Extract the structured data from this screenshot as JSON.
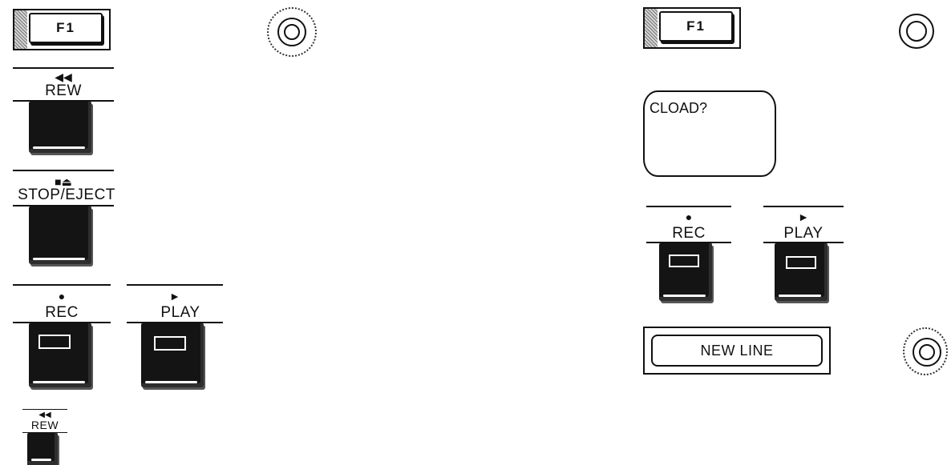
{
  "left_panel": {
    "f1_key": {
      "label": "F1"
    },
    "indicator": {
      "icon": "blinking-lamp-icon",
      "state": "blinking"
    },
    "rew_key": {
      "symbol": "◀◀",
      "label": "REW"
    },
    "stop_eject_key": {
      "symbol": "■⏏",
      "label": "STOP/EJECT"
    },
    "rec_key": {
      "symbol": "●",
      "label": "REC"
    },
    "play_key": {
      "symbol": "►",
      "label": "PLAY"
    },
    "rew_small_key": {
      "symbol": "◀◀",
      "label": "REW"
    }
  },
  "right_panel": {
    "f1_key": {
      "label": "F1"
    },
    "indicator_top": {
      "icon": "lamp-icon",
      "state": "steady"
    },
    "screen": {
      "text": "CLOAD?"
    },
    "rec_key": {
      "symbol": "●",
      "label": "REC"
    },
    "play_key": {
      "symbol": "►",
      "label": "PLAY"
    },
    "new_line_key": {
      "label": "NEW LINE"
    },
    "indicator_bottom": {
      "icon": "blinking-lamp-icon",
      "state": "blinking"
    }
  }
}
